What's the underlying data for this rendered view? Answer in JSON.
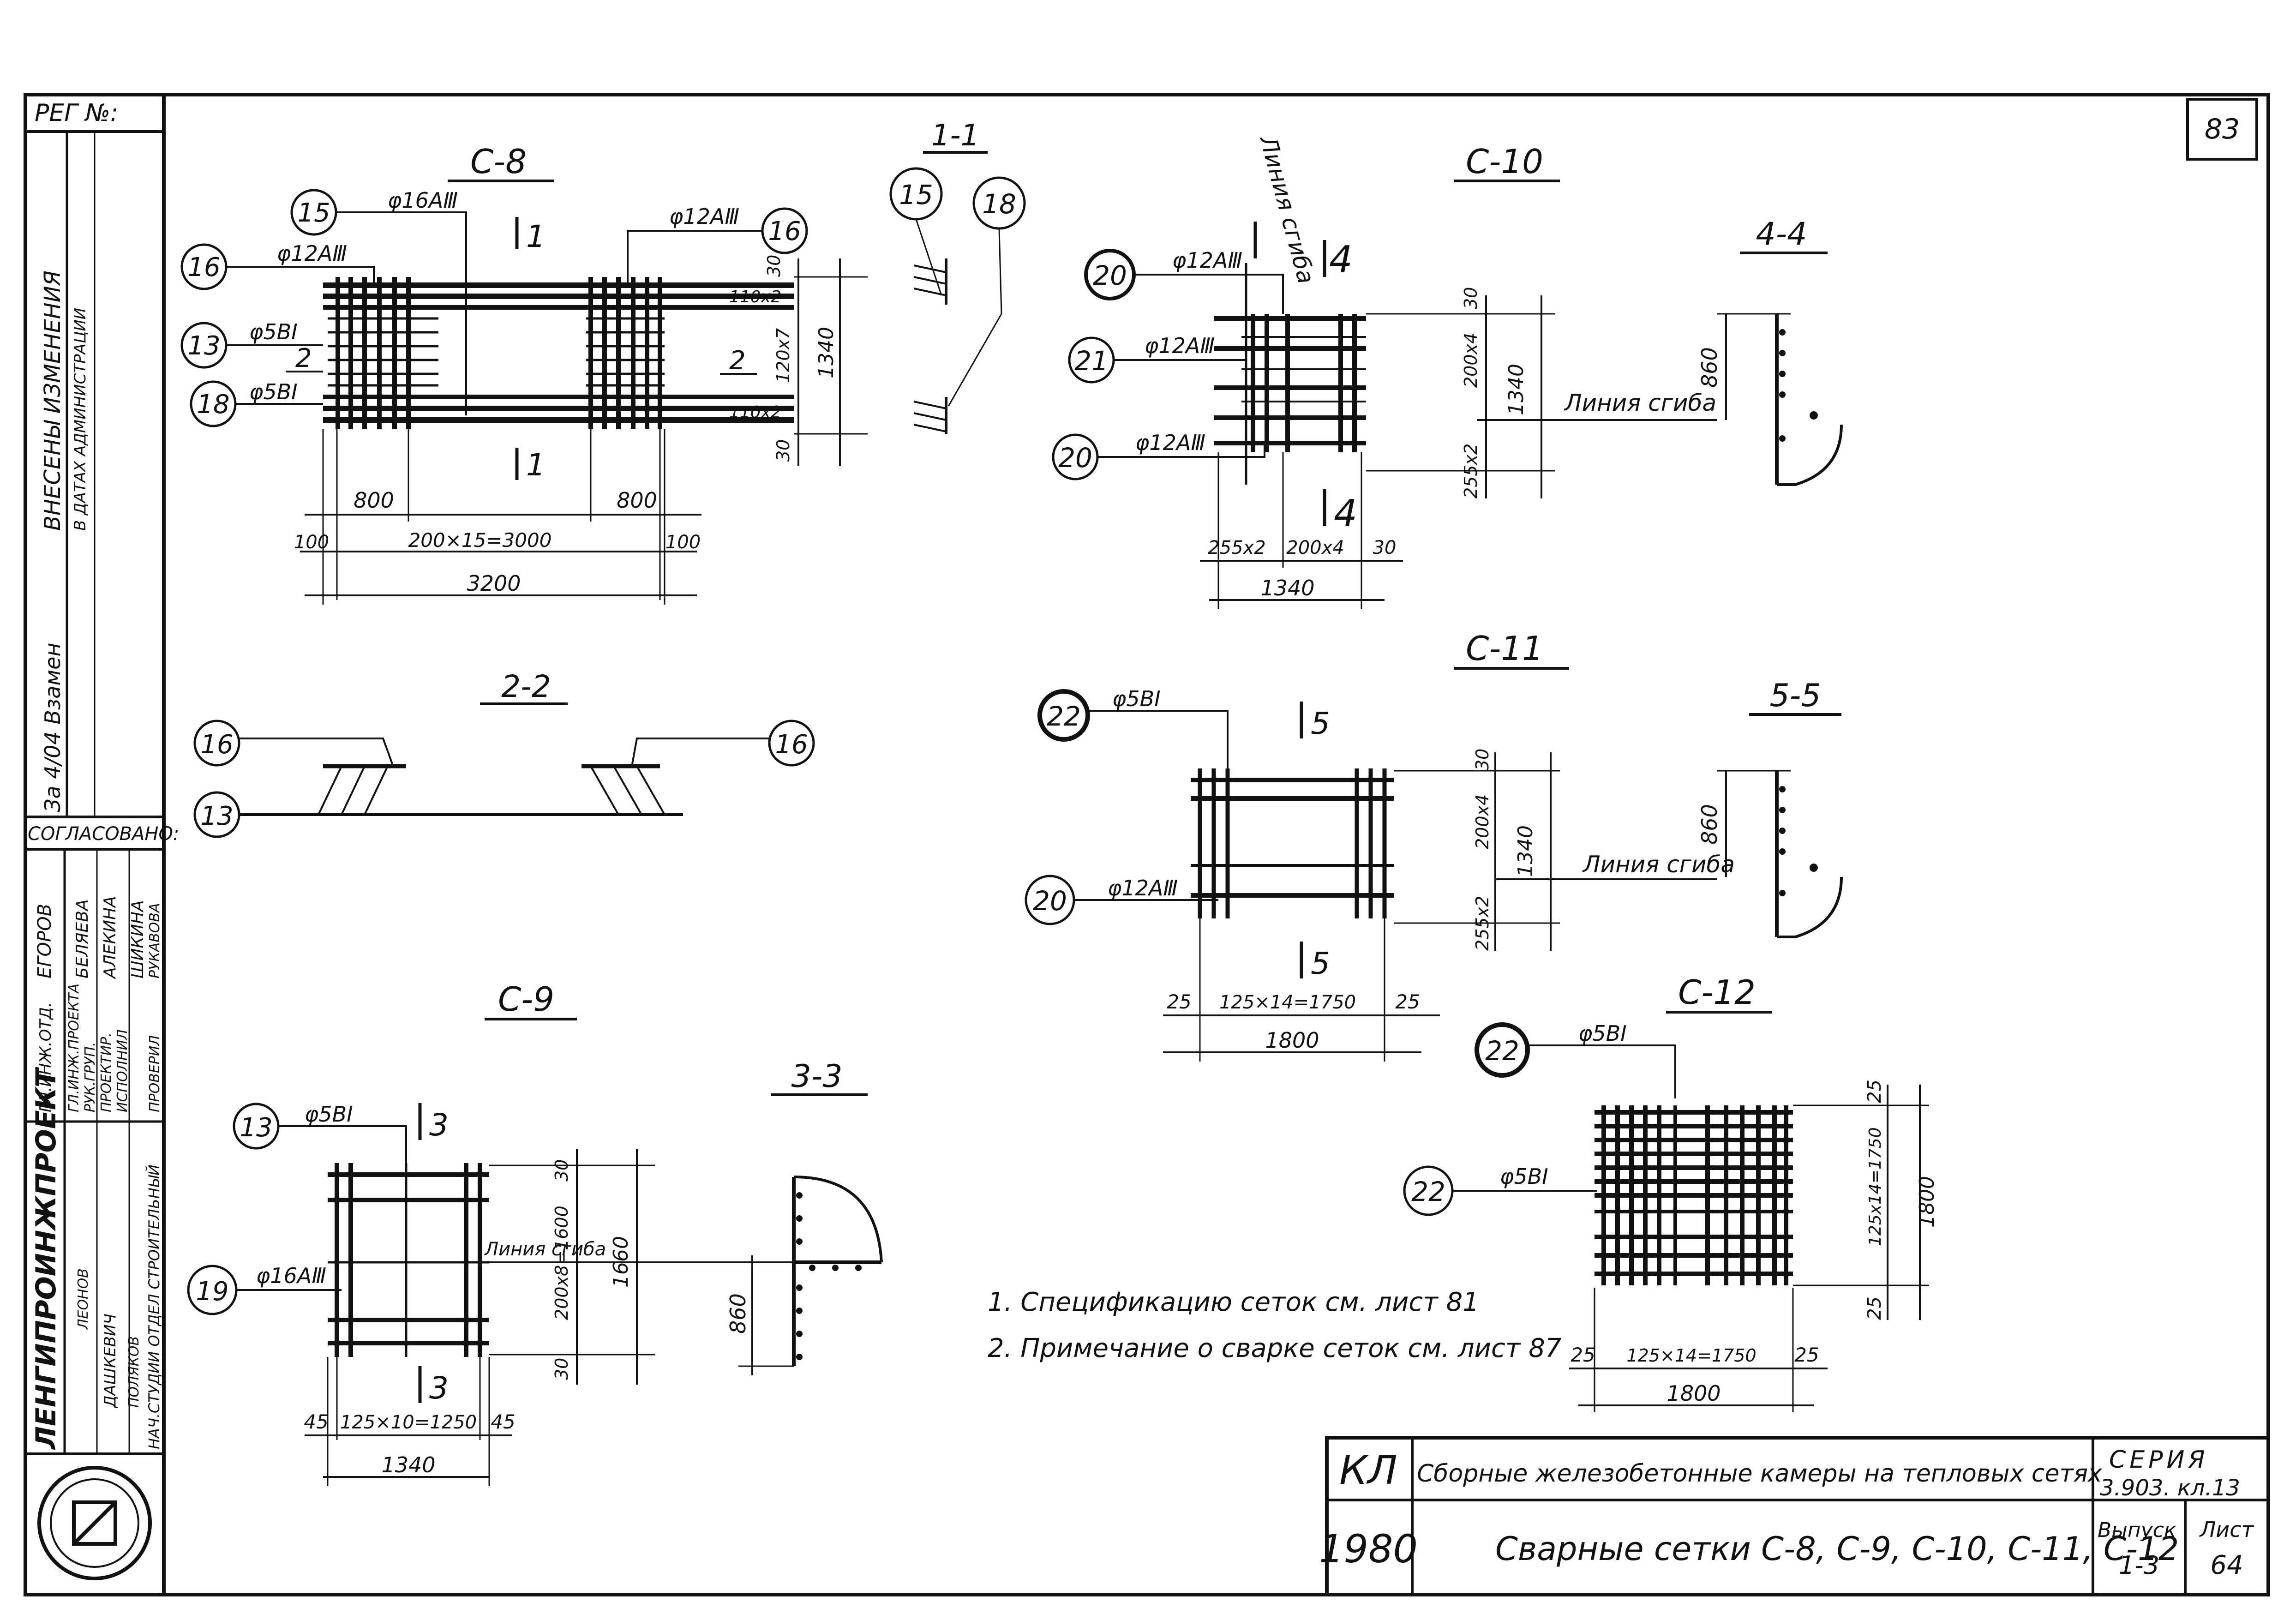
{
  "sheet_number": "83",
  "reg_label": "РЕГ №:",
  "side_stamp": {
    "changes_label": "ВНЕСЕНЫ ИЗМЕНЕНИЯ",
    "changes_sub": "В ДАТАХ АДМИНИСТРАЦИИ",
    "replacement": "За 4/04 Взамен",
    "agreed_label": "СОГЛАСОВАНО:",
    "names": [
      "ЕГОРОВ",
      "БЕЛЯЕВА",
      "АЛЕКИНА",
      "ШИКИНА",
      "РУКАВОВА"
    ],
    "roles": [
      "ГЛ.ИНЖ.ОТД.",
      "ГЛ.ИНЖ.ПРОЕКТА",
      "РУК.ГРУП.",
      "ПРОЕКТИР.",
      "ИСПОЛНИЛ",
      "ПРОВЕРИЛ"
    ],
    "org": "ЛЕНГИПРОИНЖПРОЕКТ",
    "dept": "НАЧ.СТУДИИ ОТДЕЛ СТРОИТЕЛЬНЫЙ",
    "people": [
      "ДАШКЕВИЧ",
      "ПОЛЯКОВ",
      "ЛЕОНОВ"
    ]
  },
  "grids": {
    "c8": {
      "title": "С-8",
      "callouts": [
        "15",
        "16",
        "16",
        "13",
        "18"
      ],
      "bars": [
        "φ16АⅢ",
        "φ12АⅢ",
        "φ12АⅢ",
        "φ5ВⅠ",
        "φ5ВⅠ"
      ],
      "section_marks": [
        "1",
        "1",
        "2",
        "2"
      ],
      "dims": [
        "800",
        "800",
        "100",
        "200×15=3000",
        "100",
        "3200",
        "30",
        "110х2",
        "120х7",
        "110х2",
        "30",
        "1340"
      ]
    },
    "s11": {
      "title": "1-1",
      "callouts": [
        "15",
        "18"
      ]
    },
    "c10": {
      "title": "С-10",
      "bend_top": "Линия сгиба",
      "callouts": [
        "20",
        "21",
        "20"
      ],
      "bars": [
        "φ12АⅢ",
        "φ12АⅢ",
        "φ12АⅢ"
      ],
      "section_marks": [
        "4",
        "4"
      ],
      "dims": [
        "30",
        "200х4",
        "255х2",
        "1340",
        "255х2",
        "200х4",
        "30",
        "1340"
      ],
      "bend": "Линия сгиба"
    },
    "s44": {
      "title": "4-4",
      "dim": "860"
    },
    "s22": {
      "title": "2-2",
      "callouts": [
        "16",
        "16",
        "13"
      ]
    },
    "c11": {
      "title": "С-11",
      "callouts": [
        "22",
        "20"
      ],
      "bars": [
        "φ5ВⅠ",
        "φ12АⅢ"
      ],
      "section_marks": [
        "5",
        "5"
      ],
      "dims": [
        "30",
        "200х4",
        "255х2",
        "1340",
        "25",
        "125×14=1750",
        "25",
        "1800"
      ],
      "bend": "Линия сгиба"
    },
    "s55": {
      "title": "5-5",
      "dim": "860"
    },
    "c9": {
      "title": "С-9",
      "callouts": [
        "13",
        "19"
      ],
      "bars": [
        "φ5ВⅠ",
        "φ16АⅢ"
      ],
      "section_marks": [
        "3",
        "3"
      ],
      "dims": [
        "30",
        "200х8=1600",
        "30",
        "1660",
        "45",
        "125×10=1250",
        "45",
        "1340"
      ],
      "bend": "Линия сгиба"
    },
    "s33": {
      "title": "3-3",
      "dim": "860"
    },
    "c12": {
      "title": "С-12",
      "callouts": [
        "22",
        "22"
      ],
      "bars": [
        "φ5ВⅠ",
        "φ5ВⅠ"
      ],
      "dims": [
        "25",
        "125х14=1750",
        "25",
        "1800",
        "25",
        "125×14=1750",
        "25",
        "1800"
      ]
    }
  },
  "notes": [
    "1. Спецификацию сеток см. лист 81",
    "2. Примечание о сварке сеток см. лист 87"
  ],
  "title_block": {
    "code": "КЛ",
    "year": "1980",
    "project": "Сборные железобетонные камеры на тепловых сетях",
    "sheet_title": "Сварные сетки С-8, С-9, С-10, С-11, С-12",
    "series_label": "СЕРИЯ",
    "series_value": "3.903. кл.13",
    "issue_label": "Выпуск",
    "issue_value": "1-3",
    "sheet_label": "Лист",
    "sheet_value": "64"
  }
}
